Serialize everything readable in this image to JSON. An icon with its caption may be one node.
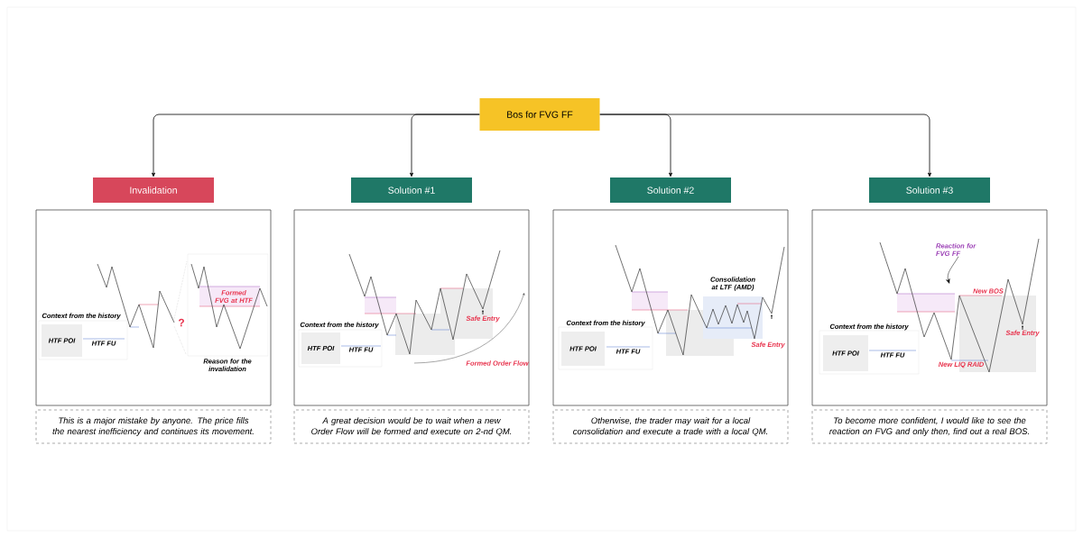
{
  "diagram": {
    "nodes": [
      {
        "text": [
          "Bos for FVG FF"
        ]
      },
      {
        "text": [
          "Invalidation"
        ]
      },
      {
        "text": [
          "Solution #1"
        ]
      },
      {
        "text": [
          "Solution #2"
        ]
      },
      {
        "text": [
          "Solution #3"
        ]
      },
      {
        "text": [],
        "shape": "box"
      },
      {
        "text": [
          "Context from the history",
          "HTF FU"
        ],
        "in": 5
      },
      {
        "text": [
          "HTF POI"
        ],
        "in": 6
      },
      {
        "text": [
          "Reason for the invalidation"
        ],
        "in": 5
      },
      {
        "text": [
          "Formed FVG at HTF"
        ],
        "in": 8
      },
      {
        "text": [],
        "shape": "box"
      },
      {
        "text": [
          "Context from the history",
          "HTF FU"
        ],
        "in": 10
      },
      {
        "text": [
          "HTF POI"
        ],
        "in": 11
      },
      {
        "text": [],
        "shape": "box"
      },
      {
        "text": [
          "Context from the history",
          "HTF FU"
        ],
        "in": 13
      },
      {
        "text": [
          "HTF POI"
        ],
        "in": 14
      },
      {
        "text": [],
        "shape": "box"
      },
      {
        "text": [
          "Context from the history",
          "HTF FU"
        ],
        "in": 16
      },
      {
        "text": [
          "HTF POI"
        ],
        "in": 17
      },
      {
        "text": [
          "Reaction for FVG FF"
        ],
        "in": 16
      },
      {
        "text": [
          "This is a major mistake by anyone. The price fills the nearest inefficiency and continues its movement."
        ]
      },
      {
        "text": [
          "A great decision would be to wait when a new Order Flow will be formed and execute on 2-nd QM."
        ]
      },
      {
        "text": [
          "Otherwise, the trader may wait for a local consolidation and execute a trade with a local QM."
        ]
      },
      {
        "text": [
          "To become more confident, I would like to see the reaction on FVG and only then, find out a real BOS."
        ]
      }
    ],
    "edges": [
      {
        "from": 0,
        "to": 1,
        "arrow": "to"
      },
      {
        "from": 0,
        "to": 2,
        "arrow": "to"
      },
      {
        "from": 0,
        "to": 3,
        "arrow": "to"
      },
      {
        "from": 0,
        "to": 4,
        "arrow": "to"
      },
      {
        "from": 19,
        "to": null,
        "arrow": "to"
      }
    ],
    "labels": [
      "?",
      "Safe Entry",
      "Formed Order Flow",
      "Consolidation at LTF (AMD)",
      "Safe Entry",
      "New BOS",
      "Safe Entry",
      "New LIQ RAID"
    ]
  }
}
